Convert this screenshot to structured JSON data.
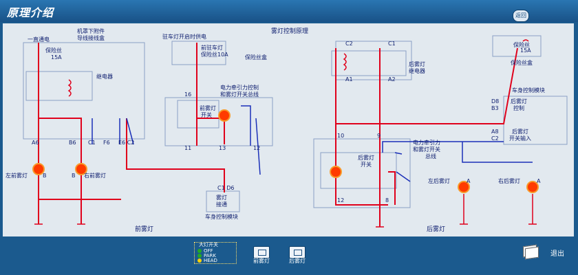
{
  "header": {
    "title": "原理介绍",
    "top_button_label": "返回"
  },
  "diagram": {
    "title": "雾灯控制原理",
    "labels": {
      "always_on": "一直通电",
      "fuse_15a_left": "保险丝",
      "fuse_15a_left_rating": "15A",
      "underhood_box_1": "机罩下附件",
      "underhood_box_2": "导线接线盒",
      "relay": "继电器",
      "parking_power": "驻车灯开启时供电",
      "parking_fuse_1": "前驻车灯",
      "parking_fuse_2": "保险丝10A",
      "fuse_box": "保险丝盒",
      "epower_1": "电力牵引力控制",
      "epower_2": "和雾灯开关总线",
      "front_switch_1": "前雾灯",
      "front_switch_2": "开关",
      "pin_16": "16",
      "pin_11": "11",
      "pin_13": "13",
      "pin_12_front": "12",
      "pin_a6": "A6",
      "pin_b6": "B6",
      "pin_c1": "C1",
      "pin_f6": "F6",
      "pin_e6c2": "E6 C2",
      "pin_c1d6": "C1 D6",
      "left_front_lamp": "左前雾灯",
      "right_front_lamp": "右前雾灯",
      "lamp_pin_b": "B",
      "fog_relay_box_1": "雾灯",
      "fog_relay_box_2": "接通",
      "bcm_front": "车身控制模块",
      "front_section": "前雾灯",
      "rear_relay_1": "后雾灯",
      "rear_relay_2": "继电器",
      "pin_c2": "C2",
      "pin_c1r": "C1",
      "pin_a1": "A1",
      "pin_a2": "A2",
      "fuse_right": "保险丝",
      "fuse_right_rating": "15A",
      "fuse_box_right": "保险丝盒",
      "bcm_right": "车身控制模块",
      "pin_d8": "D8",
      "pin_b3": "B3",
      "rear_ctrl_1": "后雾灯",
      "rear_ctrl_2": "控制",
      "pin_a8": "A8",
      "pin_c2r": "C2",
      "rear_input_1": "后雾灯",
      "rear_input_2": "开关输入",
      "pin_10": "10",
      "pin_9": "9",
      "epower_r1": "电力牵引力",
      "epower_r2": "和雾灯开关",
      "epower_r3": "总线",
      "rear_switch_1": "后雾灯",
      "rear_switch_2": "开关",
      "pin_12_rear": "12",
      "pin_8": "8",
      "left_rear_lamp": "左后雾灯",
      "right_rear_lamp": "右后雾灯",
      "lamp_pin_a": "A",
      "rear_section": "后雾灯"
    }
  },
  "controls": {
    "switch_title": "大灯开关",
    "switch_options": [
      "OFF",
      "PARK",
      "HEAD"
    ],
    "selected": "HEAD",
    "front_btn": "前雾灯",
    "rear_btn": "后雾灯",
    "exit": "退出"
  },
  "colors": {
    "wire_red": "#e0001b",
    "wire_blue": "#1a2fb8",
    "panel": "#e2e9ef"
  }
}
